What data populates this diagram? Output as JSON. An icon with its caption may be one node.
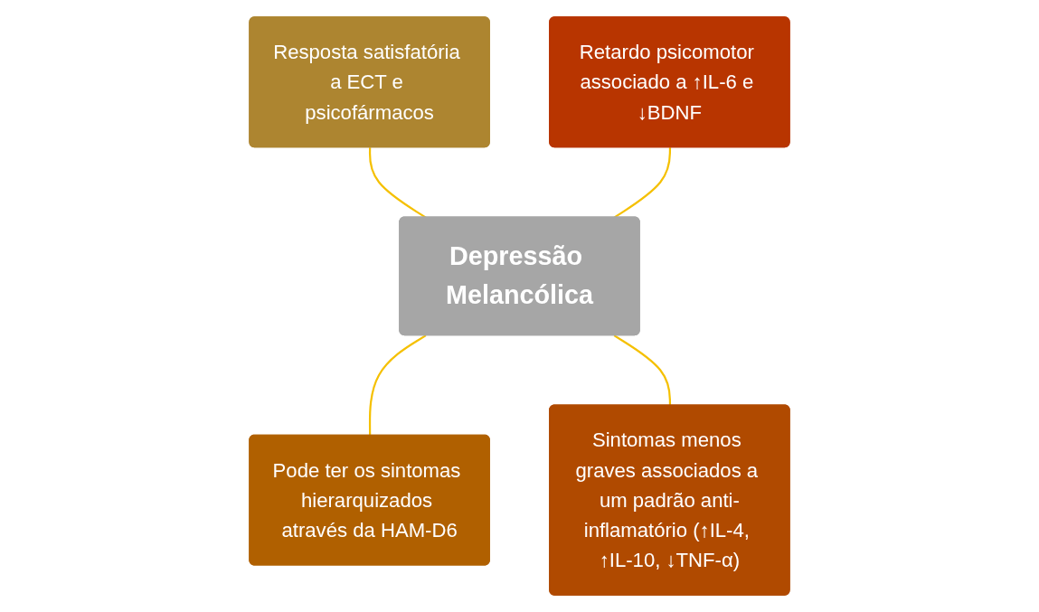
{
  "diagram": {
    "nodes": [
      {
        "text": [
          "Resposta satisfatória a ECT e psicofármacos"
        ]
      },
      {
        "text": [
          "Retardo psicomotor associado a ↑IL-6 e ↓BDNF"
        ]
      },
      {
        "text": [
          "Depressão Melancólica"
        ]
      },
      {
        "text": [
          "Pode ter os sintomas hierarquizados através da HAM-D6"
        ]
      },
      {
        "text": [
          "Sintomas menos graves associados a um padrão anti-inflamatório (↑IL-4, ↑IL-10, ↓TNF-α)"
        ]
      }
    ],
    "edges": [
      {
        "from": 0,
        "to": 2,
        "arrow": "none"
      },
      {
        "from": 1,
        "to": 2,
        "arrow": "none"
      },
      {
        "from": 2,
        "to": 3,
        "arrow": "none"
      },
      {
        "from": 2,
        "to": 4,
        "arrow": "none"
      }
    ]
  }
}
